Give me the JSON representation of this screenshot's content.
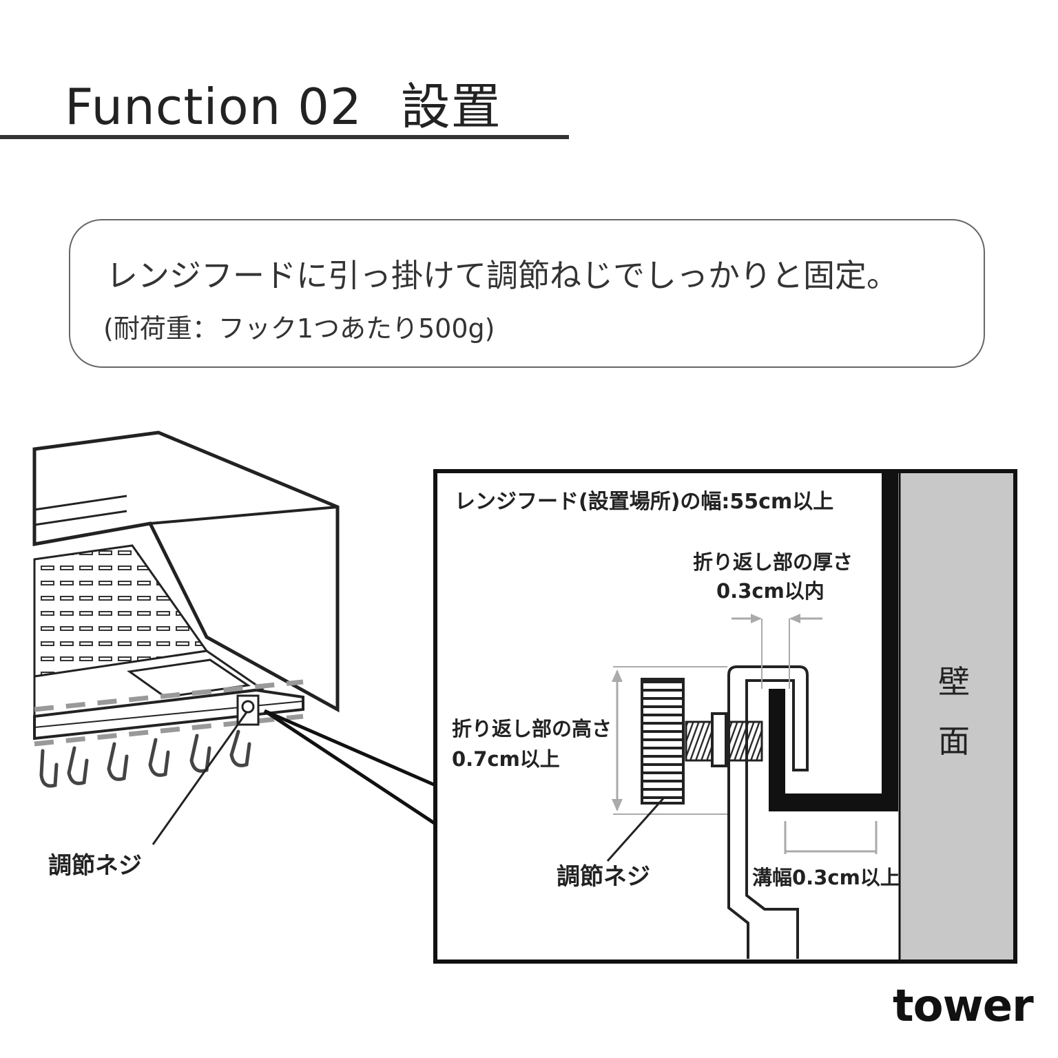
{
  "header": {
    "title_en": "Function 02",
    "title_jp": "設置"
  },
  "callout": {
    "main": "レンジフードに引っ掛けて調節ねじでしっかりと固定。",
    "note": "(耐荷重：フック1つあたり500g)"
  },
  "hood_illustration": {
    "screw_label": "調節ネジ"
  },
  "detail": {
    "width_requirement": "レンジフード(設置場所)の幅:55cm以上",
    "fold_thickness_label": "折り返し部の厚さ",
    "fold_thickness_value": "0.3cm以内",
    "fold_height_label": "折り返し部の高さ",
    "fold_height_value": "0.7cm以上",
    "screw_label": "調節ネジ",
    "groove_width": "溝幅0.3cm以上",
    "wall_label_1": "壁",
    "wall_label_2": "面"
  },
  "brand": "tower",
  "colors": {
    "ink": "#222222",
    "wall": "#c8c8c8",
    "rule": "#333333"
  }
}
